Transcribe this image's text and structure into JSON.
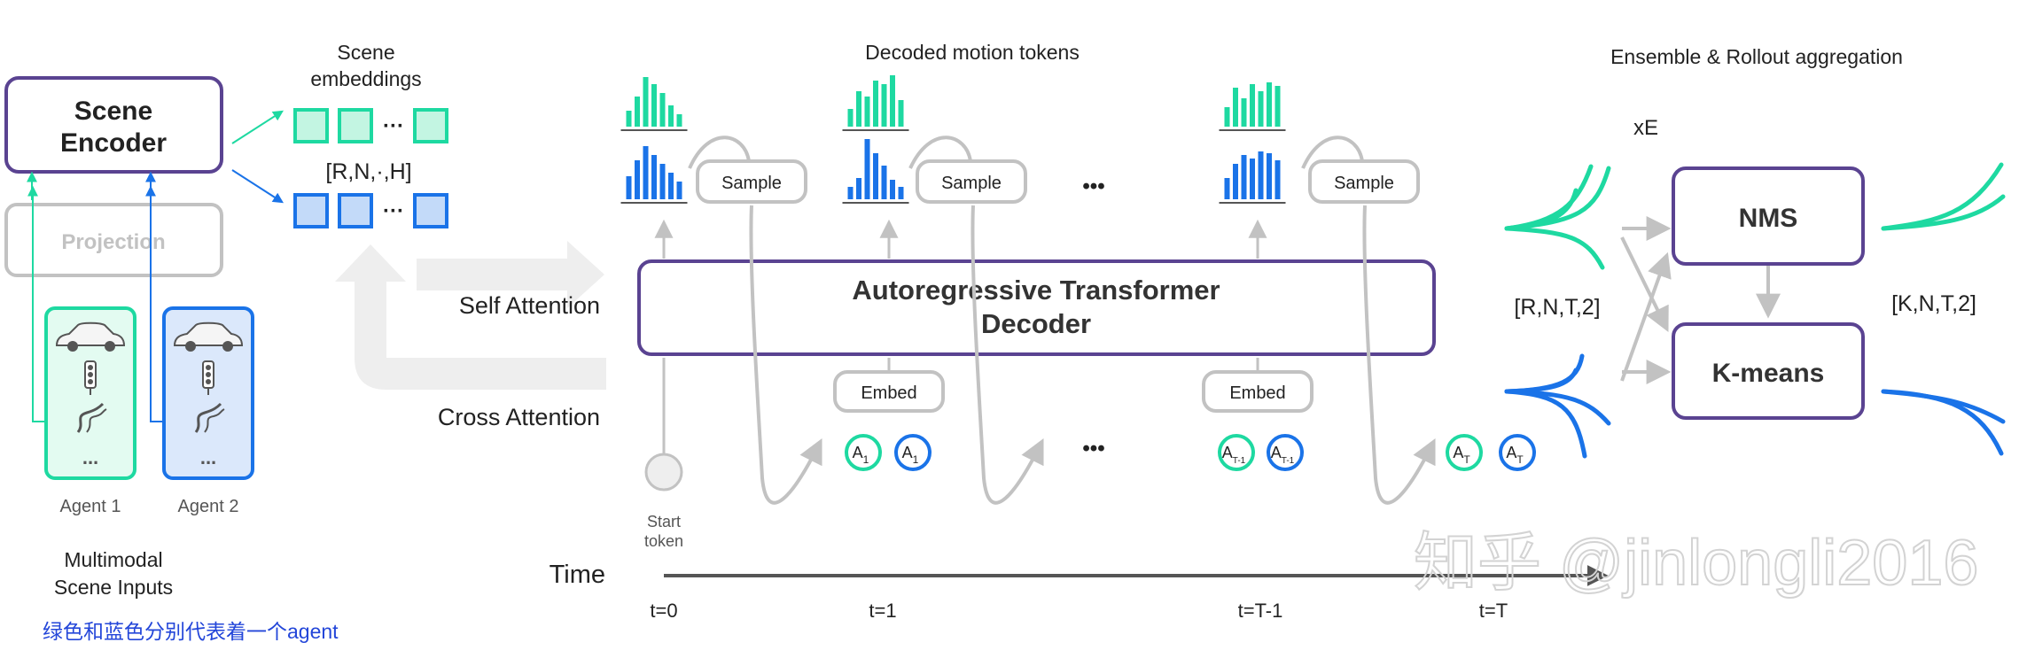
{
  "colors": {
    "green": "#1ed9a1",
    "green_fill": "#c3f5e2",
    "blue": "#1a73e8",
    "blue_fill": "#c3daf9",
    "purple": "#5a4391",
    "gray": "#c2c2c2",
    "gray_light": "#eeeeee",
    "text": "#222222",
    "annotation": "#2346d9",
    "watermark": "#d3d3d3"
  },
  "left": {
    "scene_encoder": "Scene\nEncoder",
    "projection": "Projection",
    "agent1": "Agent 1",
    "agent2": "Agent 2",
    "inputs_label": "Multimodal\nScene Inputs",
    "annotation": "绿色和蓝色分别代表着一个agent",
    "agent_icons": [
      "car-icon",
      "traffic-light-icon",
      "road-icon"
    ],
    "ellipsis": "..."
  },
  "embeddings": {
    "title": "Scene\nembeddings",
    "shape": "[R,N,·,H]",
    "ellipsis": "···"
  },
  "attention": {
    "self": "Self Attention",
    "cross": "Cross Attention"
  },
  "decoder": {
    "title": "Autoregressive Transformer\nDecoder",
    "tokens_title": "Decoded motion tokens",
    "sample": "Sample",
    "embed": "Embed",
    "start_token": "Start\ntoken",
    "ellipsis": "•••",
    "action_tokens": [
      {
        "base": "A",
        "sub": "1"
      },
      {
        "base": "A",
        "sub": "T-1"
      },
      {
        "base": "A",
        "sub": "T"
      }
    ]
  },
  "time": {
    "label": "Time",
    "ticks": [
      "t=0",
      "t=1",
      "t=T-1",
      "t=T"
    ]
  },
  "ensemble": {
    "title": "Ensemble & Rollout aggregation",
    "xe": "xE",
    "nms": "NMS",
    "kmeans": "K-means",
    "in_shape": "[R,N,T,2]",
    "out_shape": "[K,N,T,2]"
  },
  "watermark": "知乎 @jinlongli2016"
}
